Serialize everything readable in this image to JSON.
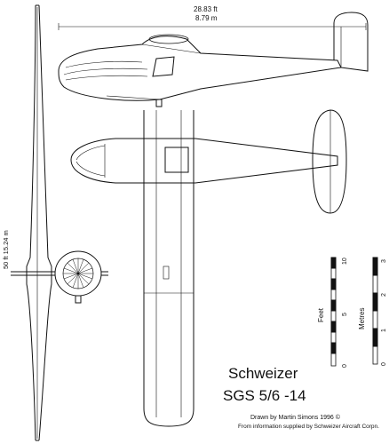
{
  "dimensions": {
    "length_ft": "28.83 ft",
    "length_m": "8.79 m",
    "span": "50 ft 15.24 m"
  },
  "scale": {
    "feet_label": "Feet",
    "metres_label": "Metres",
    "feet_ticks": [
      "0",
      "5",
      "10"
    ],
    "metres_ticks": [
      "0",
      "1",
      "2",
      "3"
    ]
  },
  "title": {
    "line1": "Schweizer",
    "line2": "SGS 5/6 -14"
  },
  "credits": {
    "line1": "Drawn by Martin Simons  1996 ©",
    "line2": "From information supplied by Schweizer Aircraft Corpn."
  }
}
